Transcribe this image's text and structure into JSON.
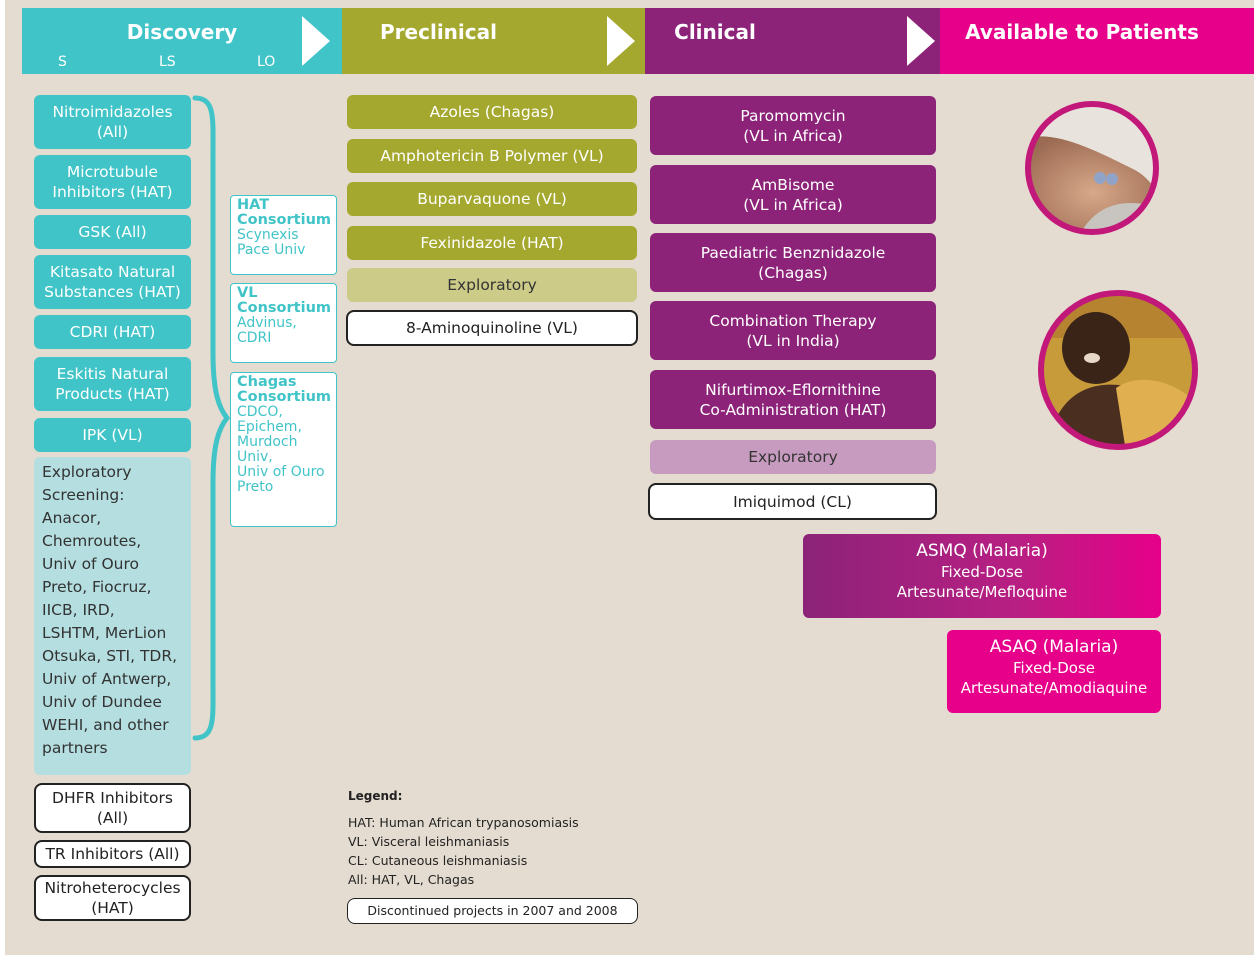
{
  "header": {
    "discovery": "Discovery",
    "stages": [
      "S",
      "LS",
      "LO"
    ],
    "preclinical": "Preclinical",
    "clinical": "Clinical",
    "available": "Available to Patients"
  },
  "colors": {
    "discovery": "#40c4c8",
    "preclinical": "#a5a82e",
    "clinical": "#8c2379",
    "available": "#e6008a",
    "background": "#e4dcd0"
  },
  "discovery": {
    "items": [
      "Nitroimidazoles\n(All)",
      "Microtubule\nInhibitors (HAT)",
      "GSK (All)",
      "Kitasato Natural\nSubstances (HAT)",
      "CDRI (HAT)",
      "Eskitis Natural\nProducts (HAT)",
      "IPK (VL)"
    ],
    "exploratory": "Exploratory\nScreening:\nAnacor,\nChemroutes,\nUniv of Ouro\nPreto, Fiocruz,\nIICB, IRD,\nLSHTM, MerLion\nOtsuka, STI, TDR,\nUniv of Antwerp,\nUniv of Dundee\nWEHI, and other\npartners",
    "discontinued": [
      "DHFR Inhibitors\n(All)",
      "TR Inhibitors (All)",
      "Nitroheterocycles\n(HAT)"
    ]
  },
  "consortia": [
    {
      "title": "HAT\nConsortium",
      "members": "Scynexis\nPace Univ"
    },
    {
      "title": "VL\nConsortium",
      "members": "Advinus,\nCDRI"
    },
    {
      "title": "Chagas\nConsortium",
      "members": "CDCO,\nEpichem,\nMurdoch\nUniv,\nUniv of Ouro\nPreto"
    }
  ],
  "preclinical": {
    "items": [
      "Azoles (Chagas)",
      "Amphotericin B Polymer (VL)",
      "Buparvaquone (VL)",
      "Fexinidazole (HAT)"
    ],
    "exploratory": "Exploratory",
    "discontinued": "8-Aminoquinoline (VL)"
  },
  "clinical": {
    "items": [
      "Paromomycin\n(VL in Africa)",
      "AmBisome\n(VL in Africa)",
      "Paediatric Benznidazole\n(Chagas)",
      "Combination Therapy\n(VL in India)",
      "Nifurtimox-Eflornithine\nCo-Administration (HAT)"
    ],
    "exploratory": "Exploratory",
    "discontinued": "Imiquimod (CL)"
  },
  "available": [
    {
      "title": "ASMQ (Malaria)",
      "line1": "Fixed-Dose",
      "line2": "Artesunate/Mefloquine"
    },
    {
      "title": "ASAQ (Malaria)",
      "line1": "Fixed-Dose",
      "line2": "Artesunate/Amodiaquine"
    }
  ],
  "legend": {
    "title": "Legend:",
    "items": [
      "HAT: Human African trypanosomiasis",
      "VL: Visceral leishmaniasis",
      "CL: Cutaneous leishmaniasis",
      "All: HAT, VL, Chagas"
    ],
    "discontinued": "Discontinued projects in 2007 and 2008"
  }
}
